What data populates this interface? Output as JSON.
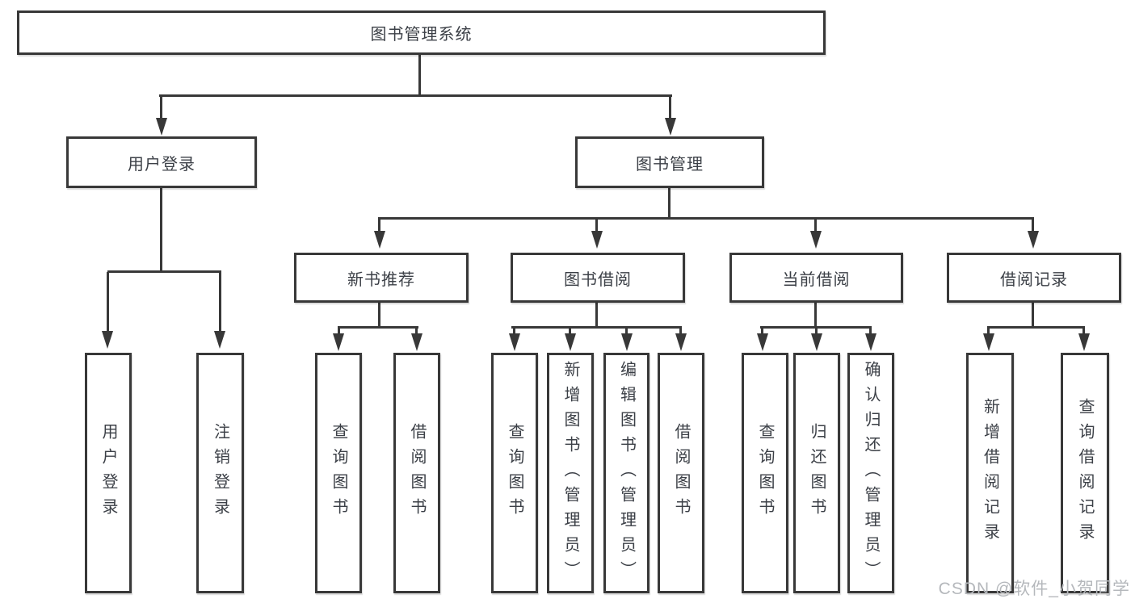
{
  "diagram": {
    "root": {
      "label": "图书管理系统",
      "children": [
        {
          "label": "用户登录",
          "children": [
            {
              "label": "用户登录"
            },
            {
              "label": "注销登录"
            }
          ]
        },
        {
          "label": "图书管理",
          "children": [
            {
              "label": "新书推荐",
              "children": [
                {
                  "label": "查询图书"
                },
                {
                  "label": "借阅图书"
                }
              ]
            },
            {
              "label": "图书借阅",
              "children": [
                {
                  "label": "查询图书"
                },
                {
                  "label": "新增图书（管理员）"
                },
                {
                  "label": "编辑图书（管理员）"
                },
                {
                  "label": "借阅图书"
                }
              ]
            },
            {
              "label": "当前借阅",
              "children": [
                {
                  "label": "查询图书"
                },
                {
                  "label": "归还图书"
                },
                {
                  "label": "确认归还（管理员）"
                }
              ]
            },
            {
              "label": "借阅记录",
              "children": [
                {
                  "label": "新增借阅记录"
                },
                {
                  "label": "查询借阅记录"
                }
              ]
            }
          ]
        }
      ]
    }
  },
  "watermark": {
    "text": "CSDN @软件_小贺同学"
  },
  "colors": {
    "line": "#383838",
    "text": "#3c4047",
    "watermark": "#b5b8bc",
    "background": "#ffffff"
  }
}
